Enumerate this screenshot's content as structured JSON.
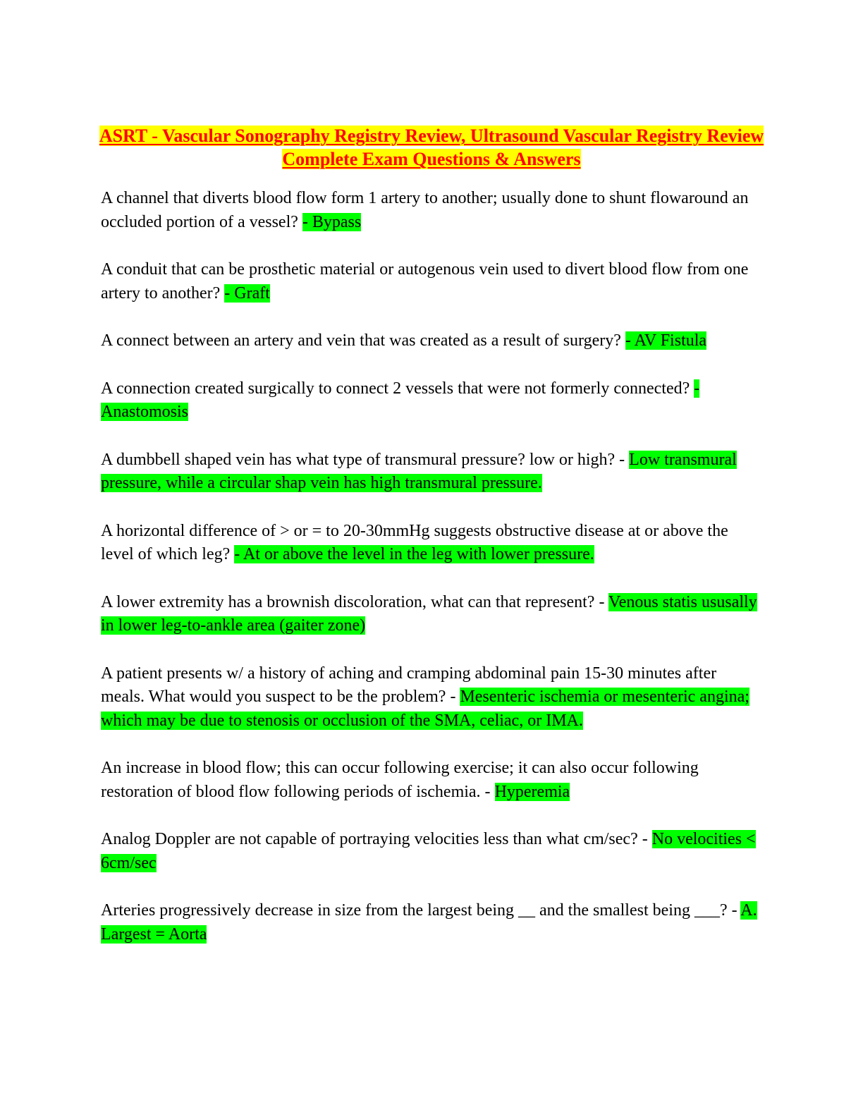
{
  "document": {
    "title": "ASRT - Vascular Sonography Registry Review, Ultrasound Vascular Registry Review Complete Exam Questions & Answers",
    "colors": {
      "title_text": "#ff0000",
      "title_highlight": "#ffff00",
      "answer_highlight": "#00ff00"
    },
    "items": [
      {
        "question": "A channel that diverts blood flow form 1 artery to another; usually done to shunt flowaround an occluded portion of a vessel? ",
        "answer": "- Bypass"
      },
      {
        "question": "A conduit that can be prosthetic material or autogenous vein used to divert blood flow from one artery to another? ",
        "answer": "- Graft"
      },
      {
        "question": "A connect between an artery and vein that was created as a result of surgery? ",
        "answer": "- AV Fistula"
      },
      {
        "question": "A connection created surgically to connect 2 vessels that were not formerly connected? ",
        "answer": "- Anastomosis"
      },
      {
        "question": "A dumbbell shaped vein has what type of transmural pressure? low or high? - ",
        "answer": "Low transmural pressure, while a circular shap vein has high transmural pressure."
      },
      {
        "question": "A horizontal difference of > or = to 20-30mmHg suggests obstructive disease at or above the level of which leg? ",
        "answer": "- At or above the level in the leg with lower pressure."
      },
      {
        "question": "A lower extremity has a brownish discoloration, what can that represent? - ",
        "answer": "Venous statis ususally in lower leg-to-ankle area (gaiter zone)"
      },
      {
        "question": "A patient presents w/ a history of aching and cramping abdominal pain 15-30 minutes after meals. What would you suspect to be the problem? - ",
        "answer": "Mesenteric ischemia or mesenteric angina; which may be due to stenosis or occlusion of the SMA, celiac, or IMA."
      },
      {
        "question": "An increase in blood flow; this can occur following exercise; it can also occur following restoration of blood flow following periods of ischemia. - ",
        "answer": "Hyperemia"
      },
      {
        "question": "Analog Doppler are not capable of portraying velocities less than what cm/sec? - ",
        "answer": "No velocities < 6cm/sec"
      },
      {
        "question": "Arteries progressively decrease in size from the largest being __ and the smallest being ___? - ",
        "answer": "A. Largest = Aorta"
      }
    ]
  }
}
